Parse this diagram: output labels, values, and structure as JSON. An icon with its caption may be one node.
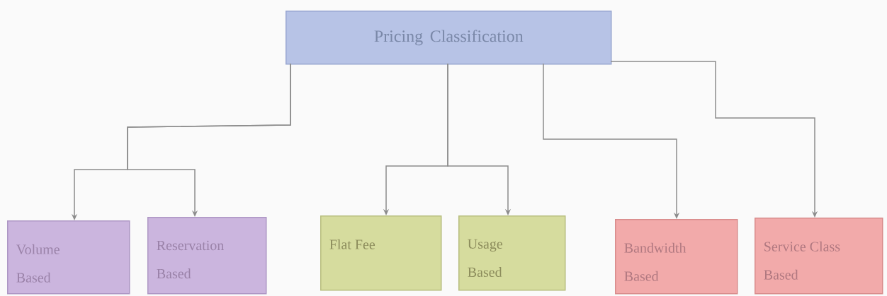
{
  "diagram": {
    "nodes": [
      {
        "text": [
          "Pricing Classification"
        ]
      },
      {
        "text": [
          "Volume Based"
        ]
      },
      {
        "text": [
          "Reservation Based"
        ]
      },
      {
        "text": [
          "Flat Fee"
        ]
      },
      {
        "text": [
          "Usage Based"
        ]
      },
      {
        "text": [
          "Bandwidth Based"
        ]
      },
      {
        "text": [
          "Service Class Based"
        ]
      }
    ],
    "edges": [
      {
        "from": 0,
        "to": 1,
        "arrow": "to"
      },
      {
        "from": 0,
        "to": 2,
        "arrow": "to"
      },
      {
        "from": 0,
        "to": 3,
        "arrow": "to"
      },
      {
        "from": 0,
        "to": 4,
        "arrow": "to"
      },
      {
        "from": 0,
        "to": 5,
        "arrow": "to"
      },
      {
        "from": 0,
        "to": 6,
        "arrow": "to"
      }
    ]
  }
}
